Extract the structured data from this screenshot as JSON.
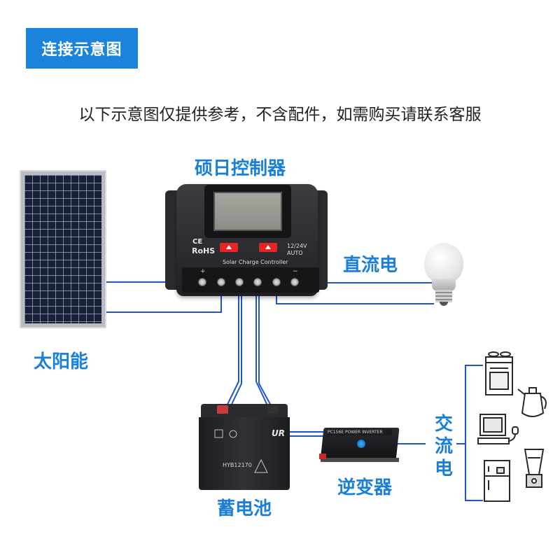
{
  "header": {
    "title": "连接示意图"
  },
  "note": "以下示意图仅提供参考，不含配件，如需购买请联系客服",
  "labels": {
    "controller": "硕日控制器",
    "dc": "直流电",
    "solar": "太阳能",
    "battery": "蓄电池",
    "inverter": "逆变器",
    "ac": "交流电"
  },
  "device_text": {
    "controller_ce": "CE",
    "controller_rohs": "RoHS",
    "controller_voltage": "12/24V",
    "controller_auto": "AUTO",
    "controller_name": "Solar Charge Controller",
    "battery_brand": "UR",
    "battery_model": "HYB12170",
    "inverter_model": "PC156E",
    "inverter_name": "POWER INVERTER"
  },
  "colors": {
    "accent": "#1a84dc",
    "label_blue": "#1a7fd8",
    "wire_blue": "#1e57c4",
    "line_art": "#2a2a2a"
  },
  "icons": [
    "solar-panel-icon",
    "controller-icon",
    "light-bulb-icon",
    "battery-icon",
    "inverter-icon",
    "stove-icon",
    "kettle-icon",
    "computer-icon",
    "refrigerator-icon",
    "blender-icon"
  ]
}
